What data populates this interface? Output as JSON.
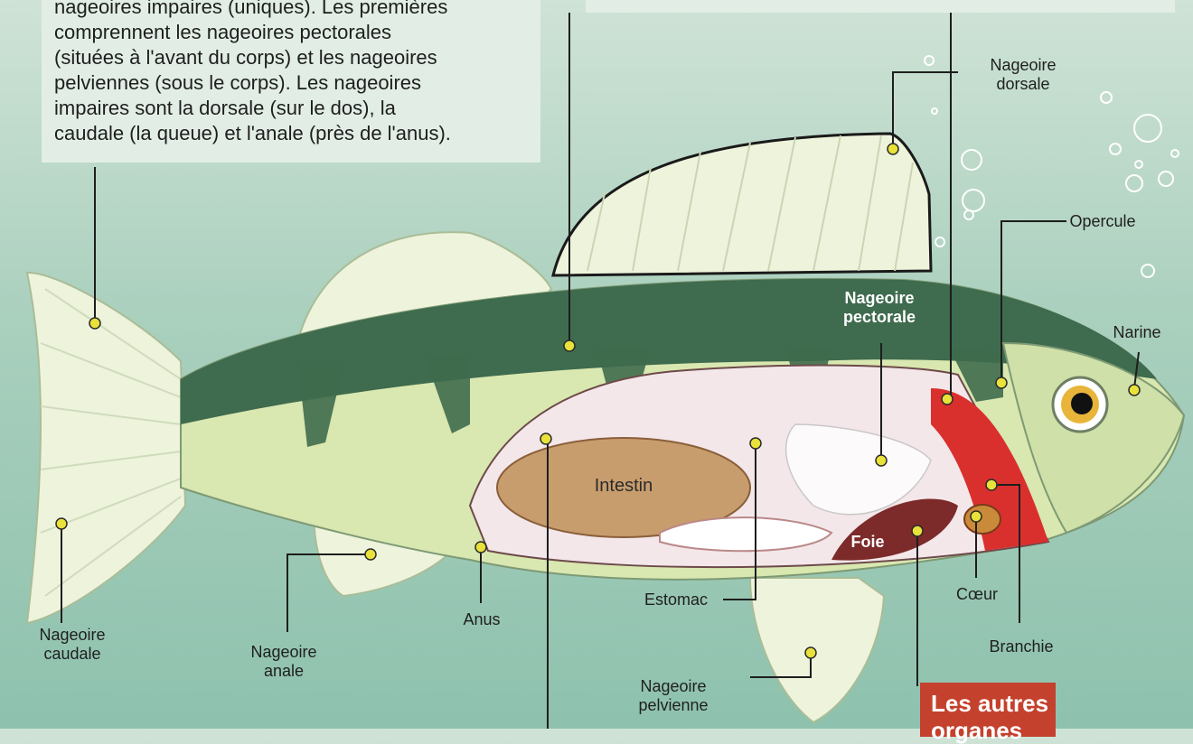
{
  "intro_text": "nageoires impaires (uniques). Les premières\ncomprennent les nageoires pectorales\n(situées à l'avant du corps) et les nageoires\npelviennes (sous le corps). Les nageoires\nimpaires sont la dorsale (sur le dos), la\ncaudale (la queue) et l'anale (près de l'anus).",
  "labels": {
    "dorsale": "Nageoire\ndorsale",
    "opercule": "Opercule",
    "narine": "Narine",
    "pectorale": "Nageoire\npectorale",
    "intestin": "Intestin",
    "foie": "Foie",
    "coeur": "Cœur",
    "branchie": "Branchie",
    "estomac": "Estomac",
    "anus": "Anus",
    "caudale": "Nageoire\ncaudale",
    "anale": "Nageoire\nanale",
    "pelvienne": "Nageoire\npelvienne"
  },
  "callout": "Les autres\norganes",
  "colors": {
    "accent_red": "#c4412d",
    "marker_yellow": "#e8e23a",
    "body_dark": "#3f6b4e",
    "body_light": "#d9e7b0"
  }
}
